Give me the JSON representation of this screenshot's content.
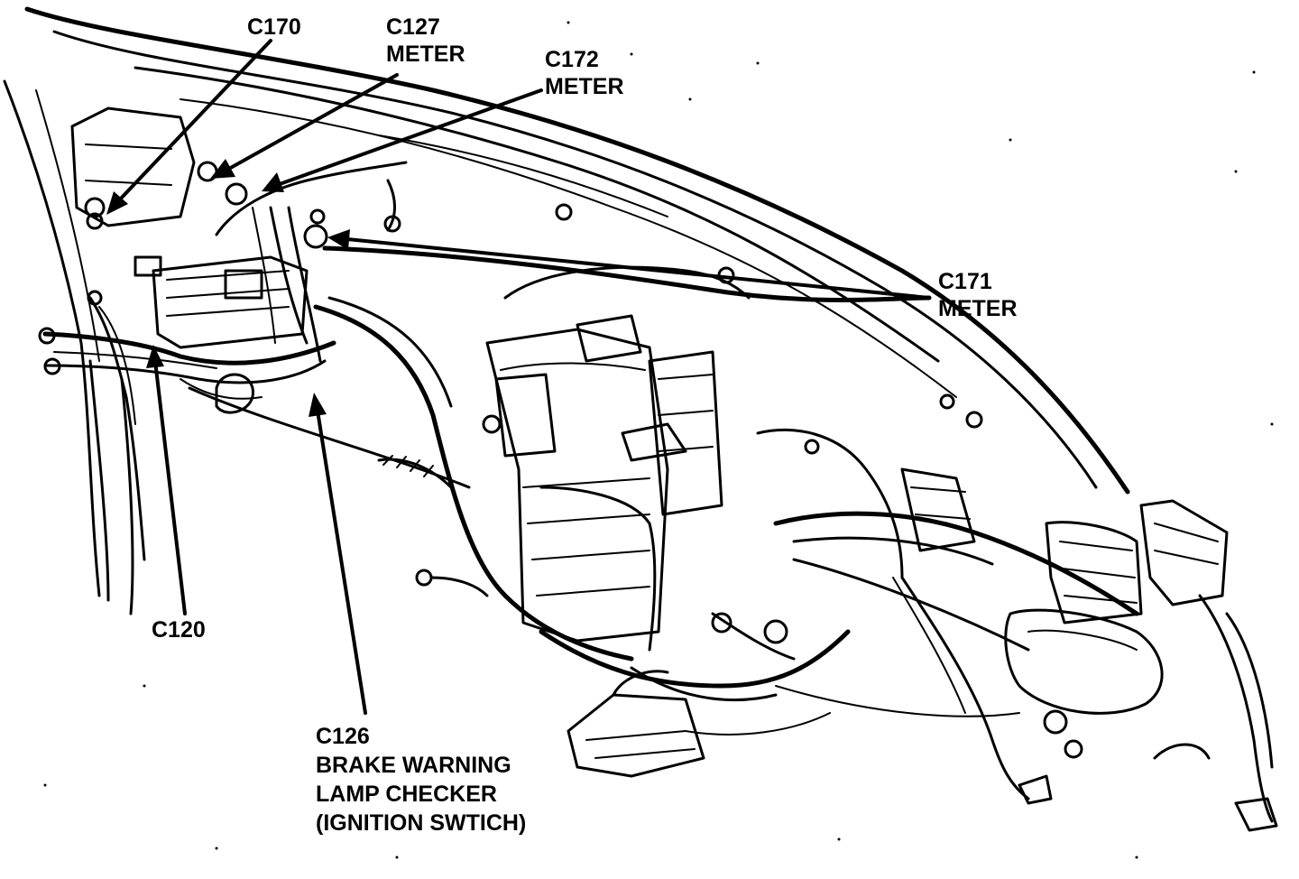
{
  "callouts": {
    "c170": {
      "lines": [
        "C170"
      ]
    },
    "c127": {
      "lines": [
        "C127",
        "METER"
      ]
    },
    "c172": {
      "lines": [
        "C172",
        "METER"
      ]
    },
    "c171": {
      "lines": [
        "C171",
        "METER"
      ]
    },
    "c120": {
      "lines": [
        "C120"
      ]
    },
    "c126": {
      "lines": [
        "C126",
        "BRAKE WARNING",
        "LAMP CHECKER",
        "(IGNITION SWTICH)"
      ]
    }
  }
}
